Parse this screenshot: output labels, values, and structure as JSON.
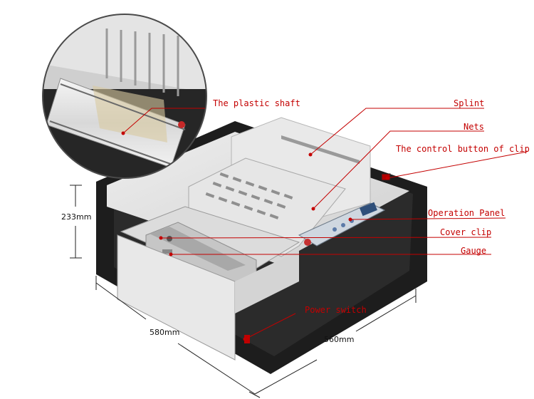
{
  "labels": {
    "plastic_shaft": "The plastic shaft",
    "splint": "Splint",
    "nets": "Nets",
    "control_button": "The control button of clip",
    "operation_panel": "Operation Panel",
    "cover_clip": "Cover clip",
    "gauge": "Gauge",
    "power_switch": "Power switch"
  },
  "dimensions": {
    "height": "233mm",
    "width": "580mm",
    "depth": "560mm"
  },
  "colors": {
    "callout": "#c40000",
    "machine_dark": "#1c1c1c",
    "machine_light": "#e3e3e3"
  }
}
